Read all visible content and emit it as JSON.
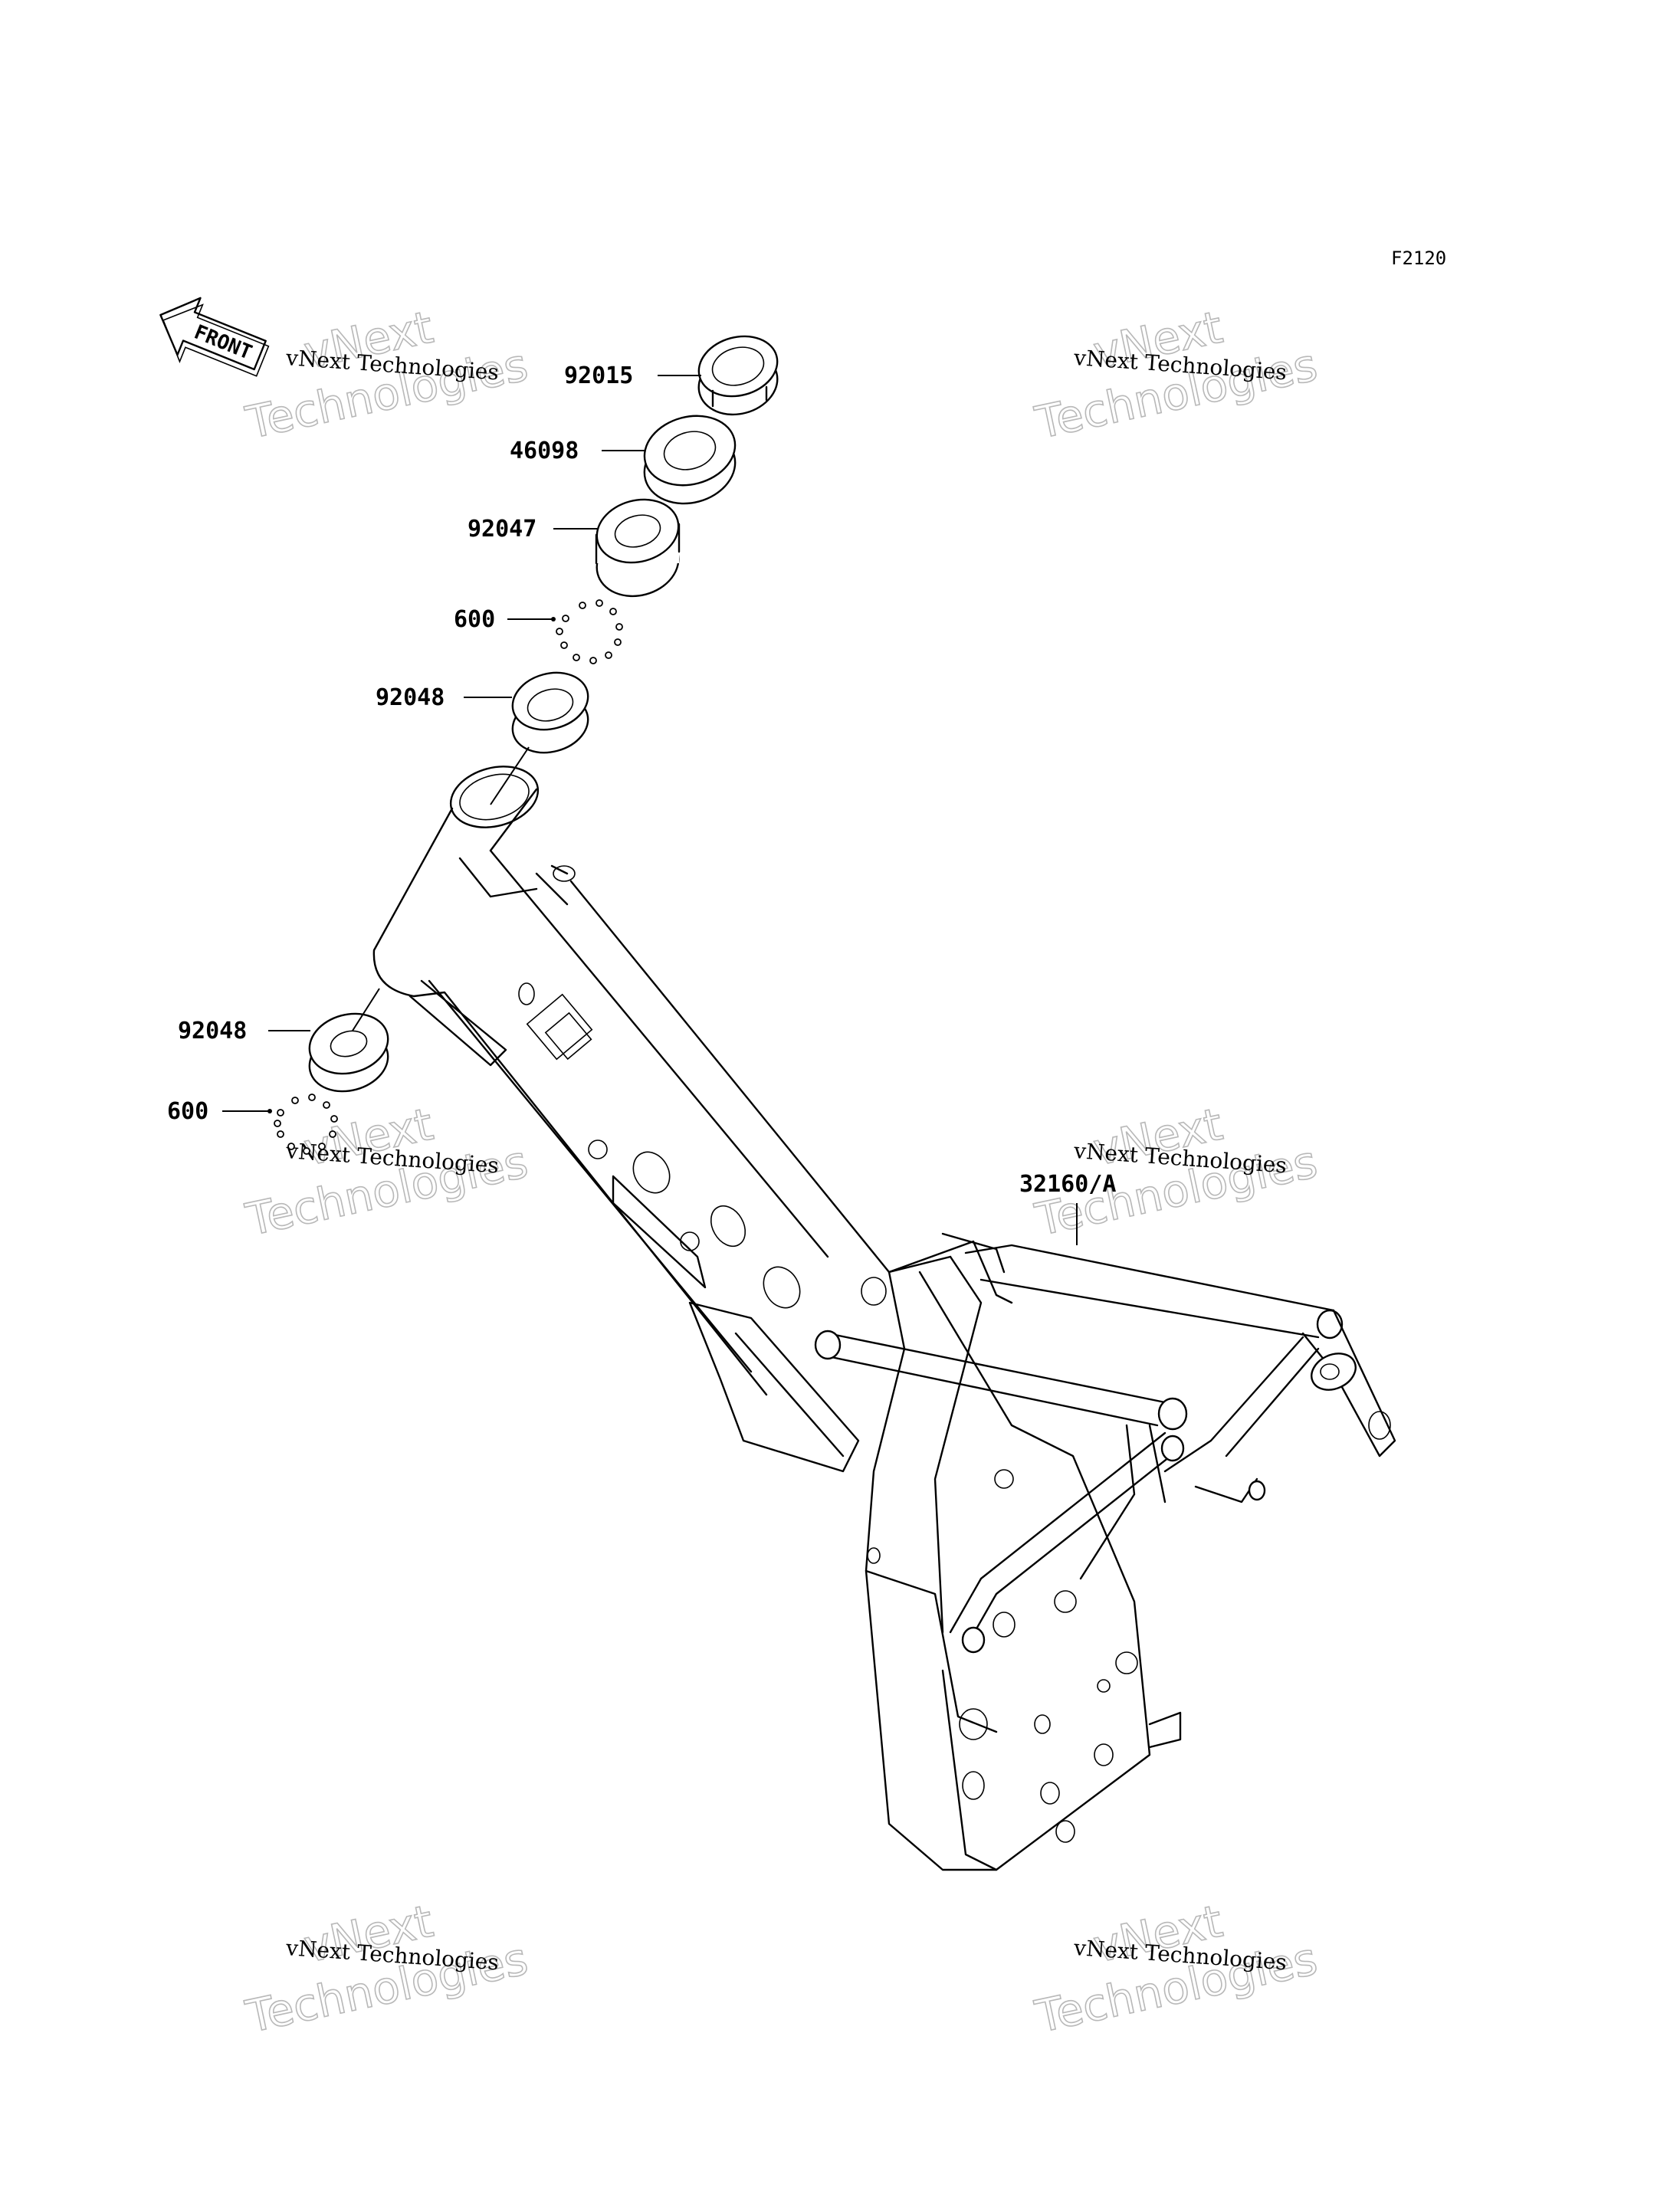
{
  "figure_id": "F2120",
  "front_label": "FRONT",
  "watermark": {
    "line1": "vNext Technologies",
    "big1": "vNext",
    "big2": "Technologies"
  },
  "callouts": [
    {
      "id": "c-92015",
      "label": "92015"
    },
    {
      "id": "c-46098",
      "label": "46098"
    },
    {
      "id": "c-92047",
      "label": "92047"
    },
    {
      "id": "c-600-top",
      "label": "600"
    },
    {
      "id": "c-92048-top",
      "label": "92048"
    },
    {
      "id": "c-92048-bottom",
      "label": "92048"
    },
    {
      "id": "c-600-bottom",
      "label": "600"
    },
    {
      "id": "c-32160",
      "label": "32160/A"
    }
  ]
}
